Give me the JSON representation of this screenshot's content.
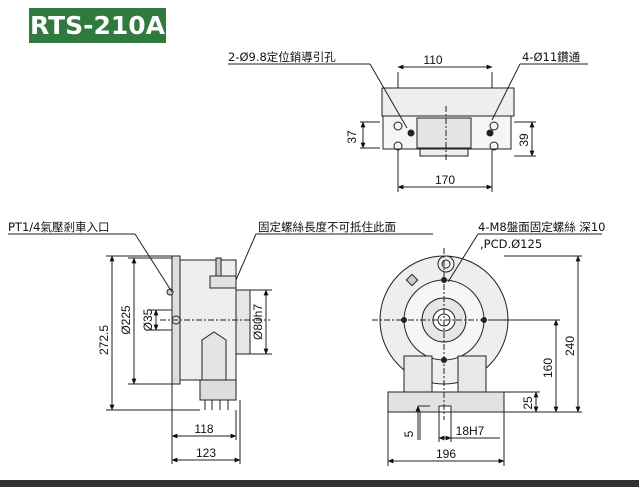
{
  "title": "RTS-210A",
  "colors": {
    "badge": "#2f7a3e",
    "line": "#222222",
    "body_fill": "#eeeeee",
    "dark_fill": "#cccccc",
    "bar": "#333333"
  },
  "top_view": {
    "label_pin_holes": "2-Ø9.8定位銷導引孔",
    "label_through_holes": "4-Ø11鑽通",
    "dim_top": "110",
    "dim_left": "37",
    "dim_right": "39",
    "dim_bottom": "170"
  },
  "side_view": {
    "label_port": "PT1/4氣壓剎車入口",
    "label_screw": "固定螺絲長度不可抵住此面",
    "dim_272": "272.5",
    "dim_225": "Ø225",
    "dim_35": "Ø35",
    "dim_80": "Ø80h7",
    "dim_118": "118",
    "dim_123": "123"
  },
  "front_view": {
    "label_bolts_line1": "4-M8盤面固定螺絲 深10",
    "label_bolts_line2": ",PCD.Ø125",
    "dim_240": "240",
    "dim_160": "160",
    "dim_25": "25",
    "dim_5": "5",
    "dim_18": "18H7",
    "dim_196": "196"
  }
}
